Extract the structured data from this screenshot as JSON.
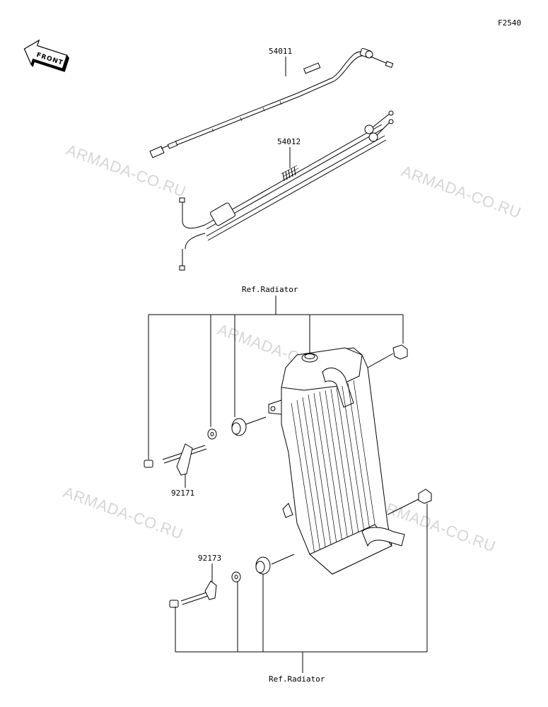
{
  "figure_code": "F2540",
  "front_badge": "FRONT",
  "watermark": "ARMADA-CO.RU",
  "parts": {
    "throttle_cable": "54011",
    "choke_cable": "54012",
    "bracket_upper": "92171",
    "bracket_lower": "92173"
  },
  "ref_top": "Ref.Radiator",
  "ref_bottom": "Ref.Radiator"
}
